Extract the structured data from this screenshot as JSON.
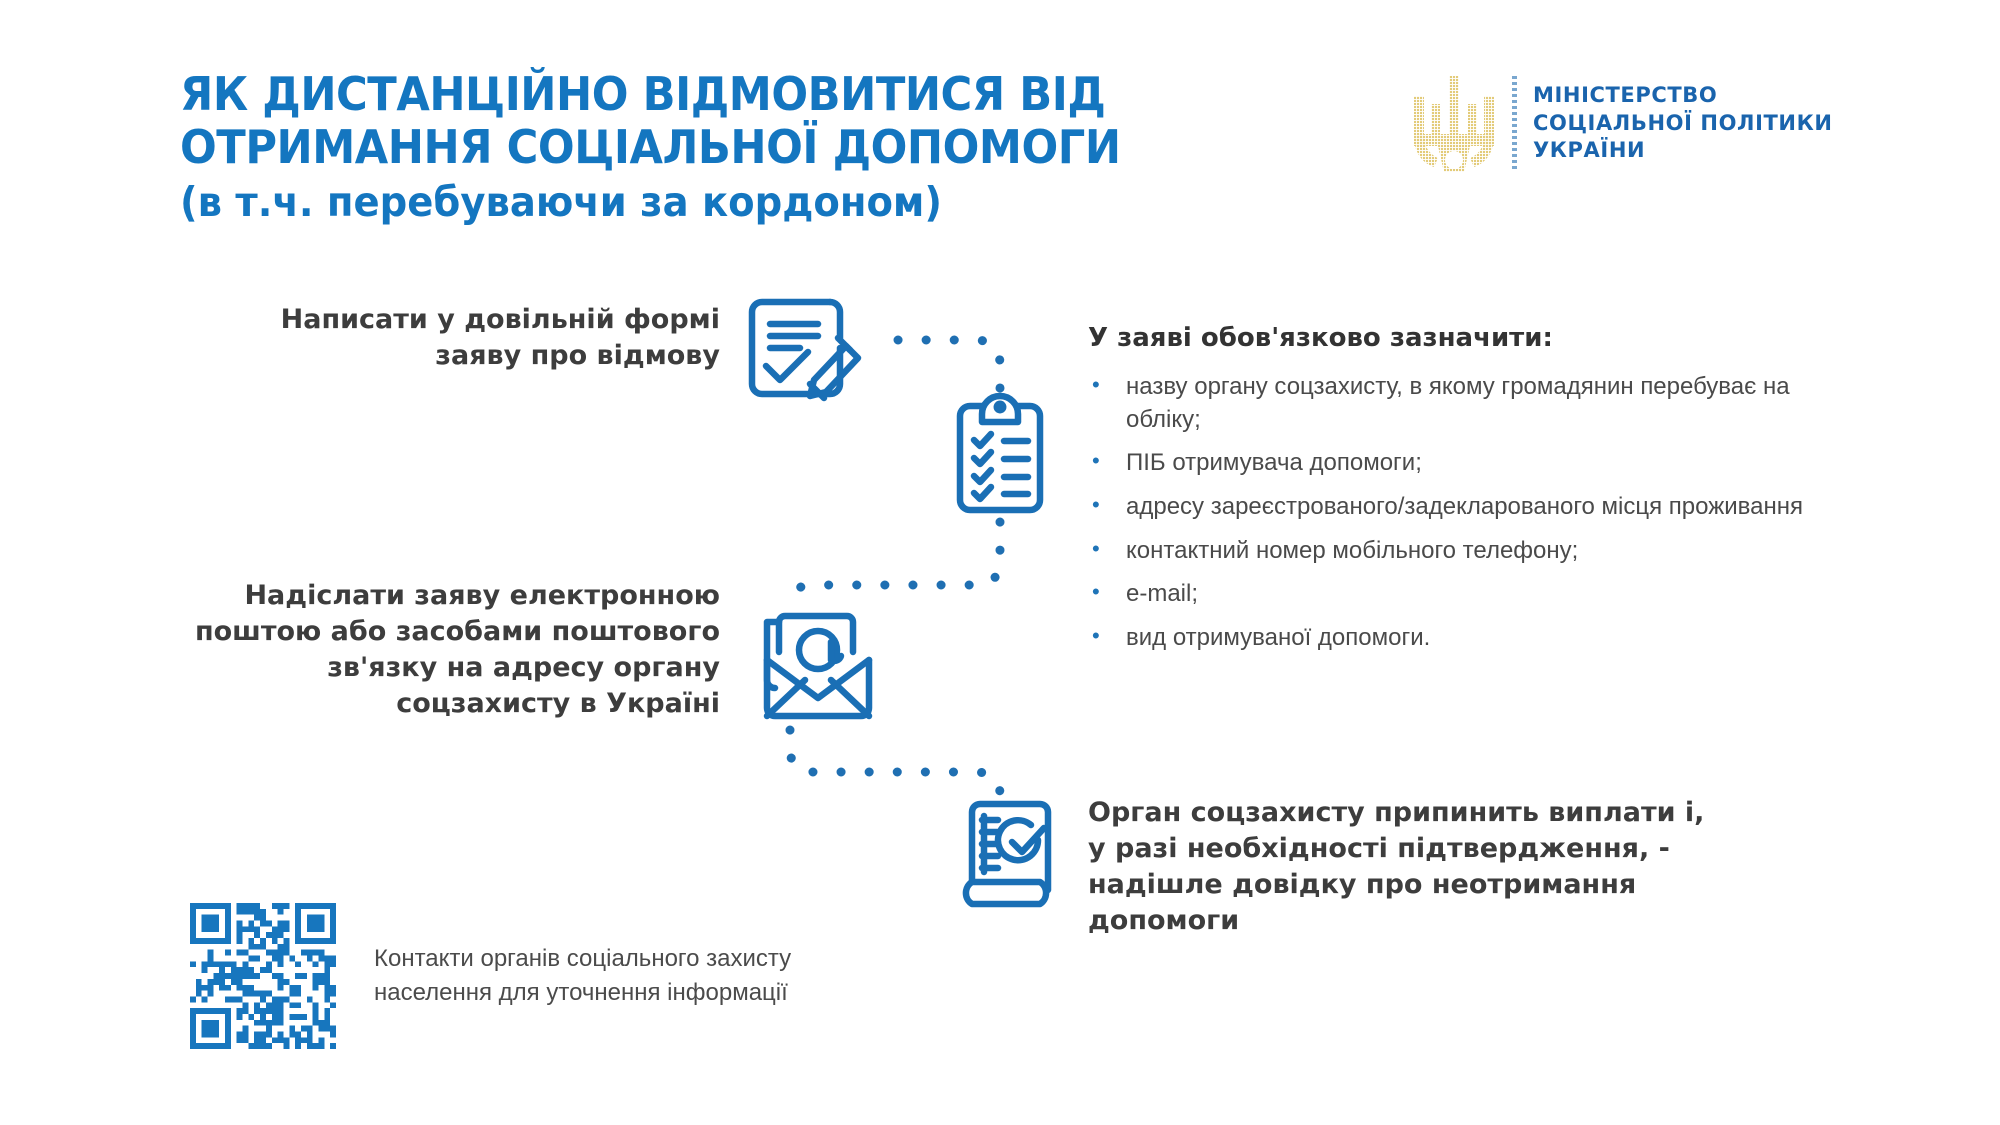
{
  "header": {
    "title_lines": [
      "ЯК ДИСТАНЦІЙНО ВІДМОВИТИСЯ ВІД",
      "ОТРИМАННЯ СОЦІАЛЬНОЇ ДОПОМОГИ"
    ],
    "subtitle": "(в т.ч. перебуваючи за кордоном)",
    "title_color": "#1476c0"
  },
  "logo": {
    "emblem_name": "ukraine-trident-emblem",
    "emblem_color": "#e8d48a",
    "text_lines": [
      "МІНІСТЕРСТВО",
      "СОЦІАЛЬНОЇ ПОЛІТИКИ",
      "УКРАЇНИ"
    ],
    "text_color": "#1a64ad"
  },
  "steps": [
    {
      "id": "step-1",
      "text": "Написати у довільній формі заяву  про відмову",
      "icon": "document-with-pen-icon"
    },
    {
      "id": "step-2",
      "text": "Надіслати заяву електронною поштою або засобами поштового зв'язку на адресу органу соцзахисту в Україні",
      "icon": "email-envelope-icon"
    },
    {
      "id": "step-3",
      "text": "Орган соцзахисту припинить виплати і, у разі необхідності підтвердження, - надішле довідку про неотримання допомоги",
      "icon": "certificate-check-icon"
    }
  ],
  "requirements": {
    "heading": "У заяві обов'язково зазначити:",
    "bullet_glyph": "•",
    "bullet_color": "#1f74b8",
    "items": [
      "назву органу соцзахисту, в якому громадянин перебуває на обліку;",
      "ПІБ отримувача допомоги;",
      "адресу зареєстрованого/задекларованого місця проживання",
      "контактний номер мобільного телефону;",
      "e-mail;",
      "вид отримуваної допомоги."
    ]
  },
  "middle_icons": {
    "clipboard": "clipboard-checklist-icon"
  },
  "footer": {
    "qr_name": "qr-code",
    "qr_color": "#1776be",
    "caption": "Контакти органів соціального захисту населення для уточнення інформації"
  },
  "theme": {
    "icon_blue": "#1a6fb5",
    "dotted_blue": "#1f6fb2",
    "body_text": "#4a4a4a"
  }
}
